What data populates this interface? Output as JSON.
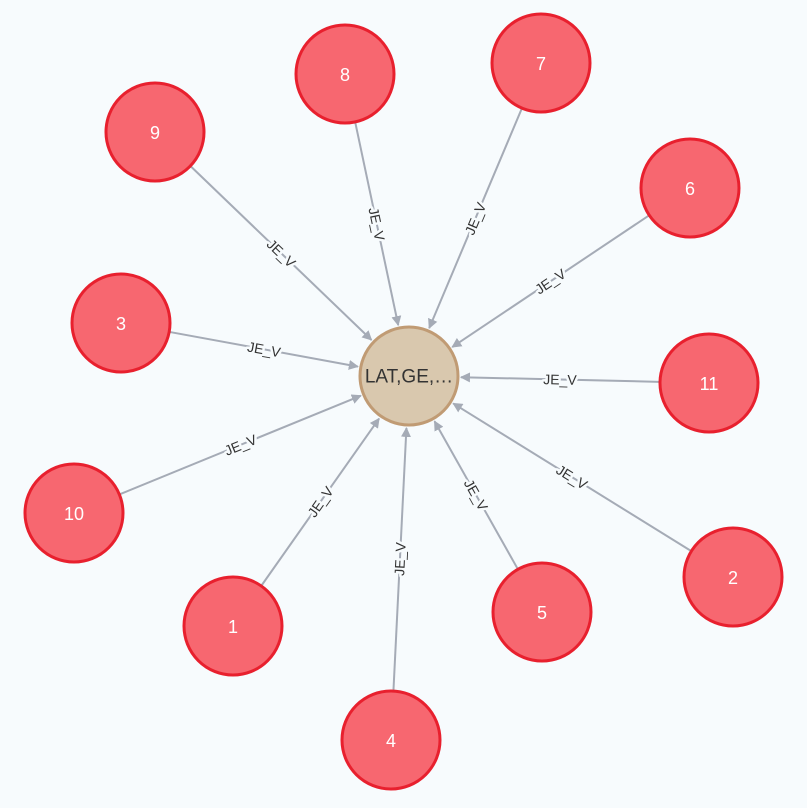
{
  "colors": {
    "background": "#f7fbfd",
    "leaf_fill": "#f76770",
    "leaf_stroke": "#e8202e",
    "center_fill": "#d9c8ae",
    "center_stroke": "#c09b74",
    "edge": "#a5abb6",
    "label_text": "#333333"
  },
  "graph": {
    "center": {
      "label": "LAT,GE,…"
    },
    "nodes": [
      {
        "id": "9",
        "label": "9"
      },
      {
        "id": "8",
        "label": "8"
      },
      {
        "id": "7",
        "label": "7"
      },
      {
        "id": "6",
        "label": "6"
      },
      {
        "id": "3",
        "label": "3"
      },
      {
        "id": "11",
        "label": "11"
      },
      {
        "id": "10",
        "label": "10"
      },
      {
        "id": "2",
        "label": "2"
      },
      {
        "id": "1",
        "label": "1"
      },
      {
        "id": "5",
        "label": "5"
      },
      {
        "id": "4",
        "label": "4"
      }
    ],
    "edges": [
      {
        "from": "9",
        "to": "center",
        "label": "JE_V"
      },
      {
        "from": "8",
        "to": "center",
        "label": "JE_V"
      },
      {
        "from": "7",
        "to": "center",
        "label": "JE_V"
      },
      {
        "from": "6",
        "to": "center",
        "label": "JE_V"
      },
      {
        "from": "3",
        "to": "center",
        "label": "JE_V"
      },
      {
        "from": "11",
        "to": "center",
        "label": "JE_V"
      },
      {
        "from": "10",
        "to": "center",
        "label": "JE_V"
      },
      {
        "from": "2",
        "to": "center",
        "label": "JE_V"
      },
      {
        "from": "1",
        "to": "center",
        "label": "JE_V"
      },
      {
        "from": "5",
        "to": "center",
        "label": "JE_V"
      },
      {
        "from": "4",
        "to": "center",
        "label": "JE_V"
      }
    ]
  }
}
